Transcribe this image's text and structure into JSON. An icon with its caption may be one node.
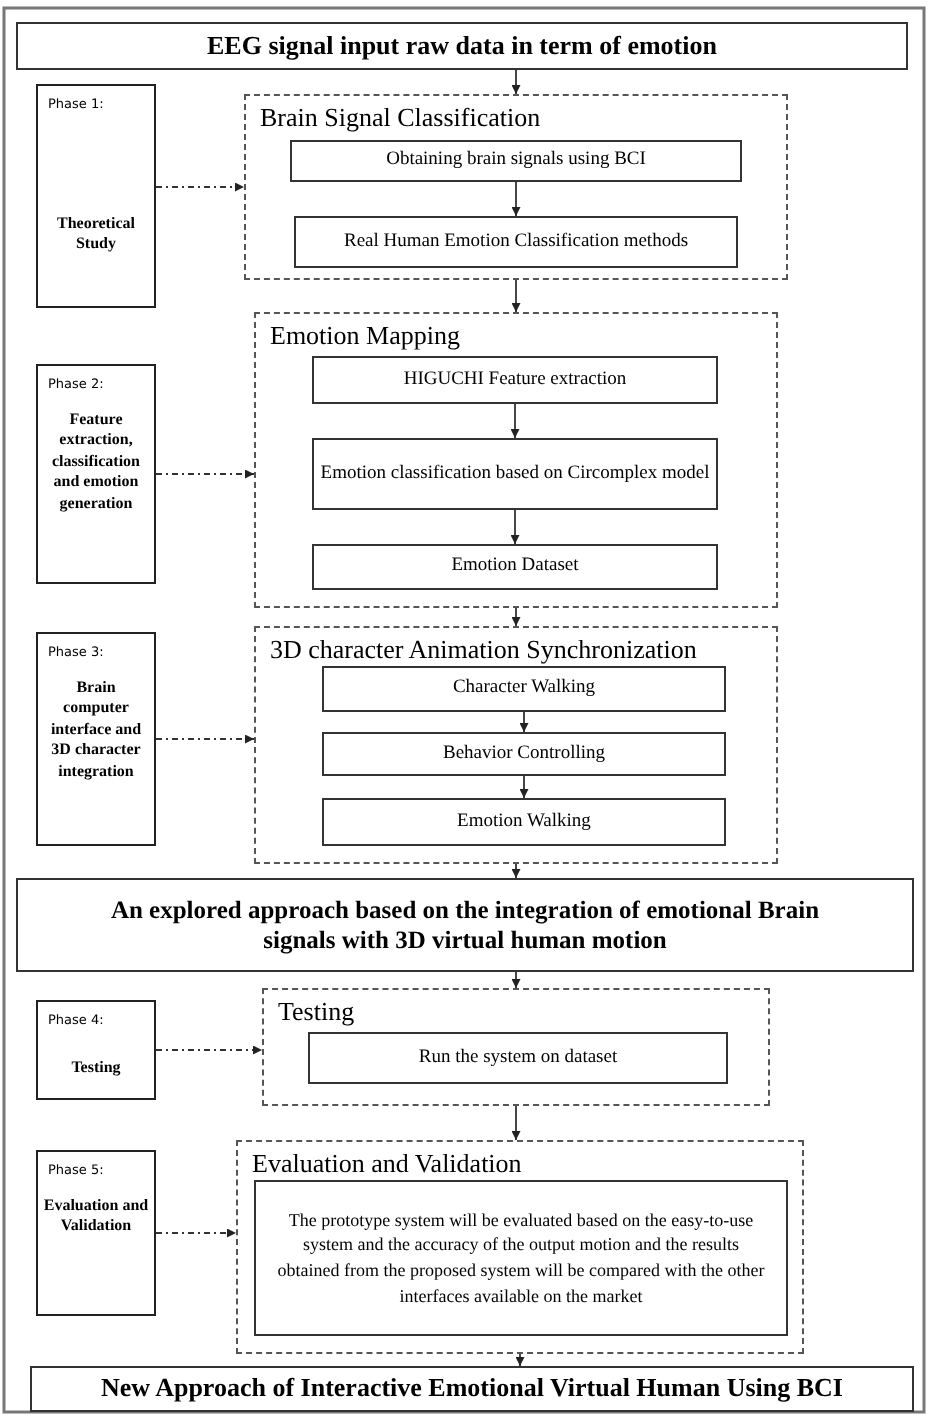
{
  "diagram": {
    "nodes": [
      {
        "text": [
          "EEG signal input raw data in term of emotion"
        ]
      },
      {
        "text": [
          "Phase 1:",
          "Theoretical Study"
        ]
      },
      {
        "text": [
          "Brain Signal Classification"
        ]
      },
      {
        "text": [
          "Obtaining brain signals using BCI"
        ],
        "in": 2
      },
      {
        "text": [
          "Real Human Emotion Classification methods"
        ],
        "in": 2
      },
      {
        "text": [
          "Phase 2:",
          "Feature extraction, classification and emotion generation"
        ]
      },
      {
        "text": [
          "Emotion Mapping"
        ]
      },
      {
        "text": [
          "HIGUCHI Feature extraction"
        ],
        "in": 6
      },
      {
        "text": [
          "Emotion classification based on Circomplex model"
        ],
        "in": 6
      },
      {
        "text": [
          "Emotion Dataset"
        ],
        "in": 6
      },
      {
        "text": [
          "Phase 3:",
          "Brain computer interface and 3D character integration"
        ]
      },
      {
        "text": [
          "3D character Animation Synchronization"
        ]
      },
      {
        "text": [
          "Character Walking"
        ],
        "in": 11
      },
      {
        "text": [
          "Behavior Controlling"
        ],
        "in": 11
      },
      {
        "text": [
          "Emotion Walking"
        ],
        "in": 11
      },
      {
        "text": [
          "An explored approach based on the integration of emotional Brain signals with 3D virtual human motion"
        ]
      },
      {
        "text": [
          "Phase 4:",
          "Testing"
        ]
      },
      {
        "text": [
          "Testing"
        ]
      },
      {
        "text": [
          "Run the system on dataset"
        ],
        "in": 17
      },
      {
        "text": [
          "Phase 5:",
          "Evaluation and Validation"
        ]
      },
      {
        "text": [
          "Evaluation and Validation"
        ]
      },
      {
        "text": [
          "The prototype system will be evaluated based on the easy-to-use system and the accuracy of the output motion and the results obtained from the proposed system will be compared with the other interfaces available on the market"
        ],
        "in": 20
      },
      {
        "text": [
          "New Approach of Interactive Emotional Virtual Human Using BCI"
        ]
      }
    ],
    "edges": [
      {
        "from": 0,
        "to": 2,
        "arrow": "to"
      },
      {
        "from": 1,
        "to": 2,
        "arrow": "to",
        "style": "dashed"
      },
      {
        "from": 3,
        "to": 4,
        "arrow": "to"
      },
      {
        "from": 2,
        "to": 6,
        "arrow": "to"
      },
      {
        "from": 5,
        "to": 6,
        "arrow": "to",
        "style": "dashed"
      },
      {
        "from": 7,
        "to": 8,
        "arrow": "to"
      },
      {
        "from": 8,
        "to": 9,
        "arrow": "to"
      },
      {
        "from": 6,
        "to": 11,
        "arrow": "to"
      },
      {
        "from": 10,
        "to": 11,
        "arrow": "to",
        "style": "dashed"
      },
      {
        "from": 12,
        "to": 13,
        "arrow": "to"
      },
      {
        "from": 13,
        "to": 14,
        "arrow": "to"
      },
      {
        "from": 11,
        "to": 15,
        "arrow": "to"
      },
      {
        "from": 15,
        "to": 17,
        "arrow": "to"
      },
      {
        "from": 16,
        "to": 17,
        "arrow": "to",
        "style": "dashed"
      },
      {
        "from": 17,
        "to": 20,
        "arrow": "to"
      },
      {
        "from": 19,
        "to": 20,
        "arrow": "to",
        "style": "dashed"
      },
      {
        "from": 20,
        "to": 22,
        "arrow": "to"
      }
    ]
  }
}
